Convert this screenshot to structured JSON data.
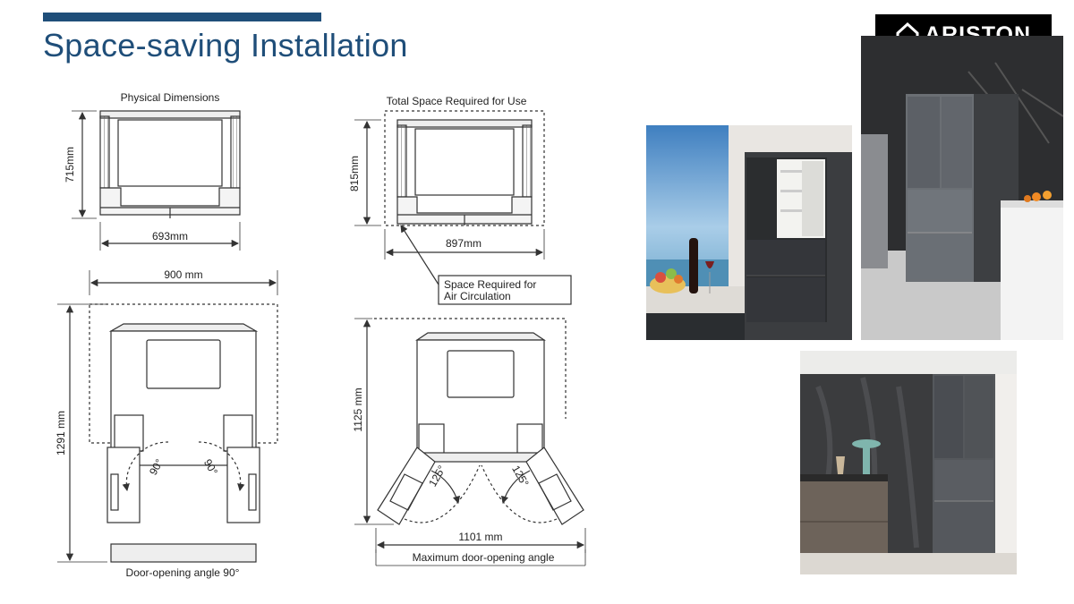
{
  "slide": {
    "title": "Space-saving Installation",
    "brand": "ARISTON",
    "accent_color": "#1f4e79",
    "logo_icon": "house-icon"
  },
  "diagrams": {
    "physical": {
      "caption": "Physical Dimensions",
      "height": "715mm",
      "width": "693mm"
    },
    "total_space": {
      "caption": "Total Space Required for Use",
      "height": "815mm",
      "width": "897mm",
      "air_note_line1": "Space Required for",
      "air_note_line2": "Air Circulation"
    },
    "door90": {
      "width": "900 mm",
      "depth": "1291 mm",
      "angle_left": "90°",
      "angle_right": "90°",
      "caption": "Door-opening angle 90°"
    },
    "door125": {
      "depth": "1125 mm",
      "width": "1101 mm",
      "angle_left": "125°",
      "angle_right": "125°",
      "caption": "Maximum door-opening angle"
    }
  }
}
